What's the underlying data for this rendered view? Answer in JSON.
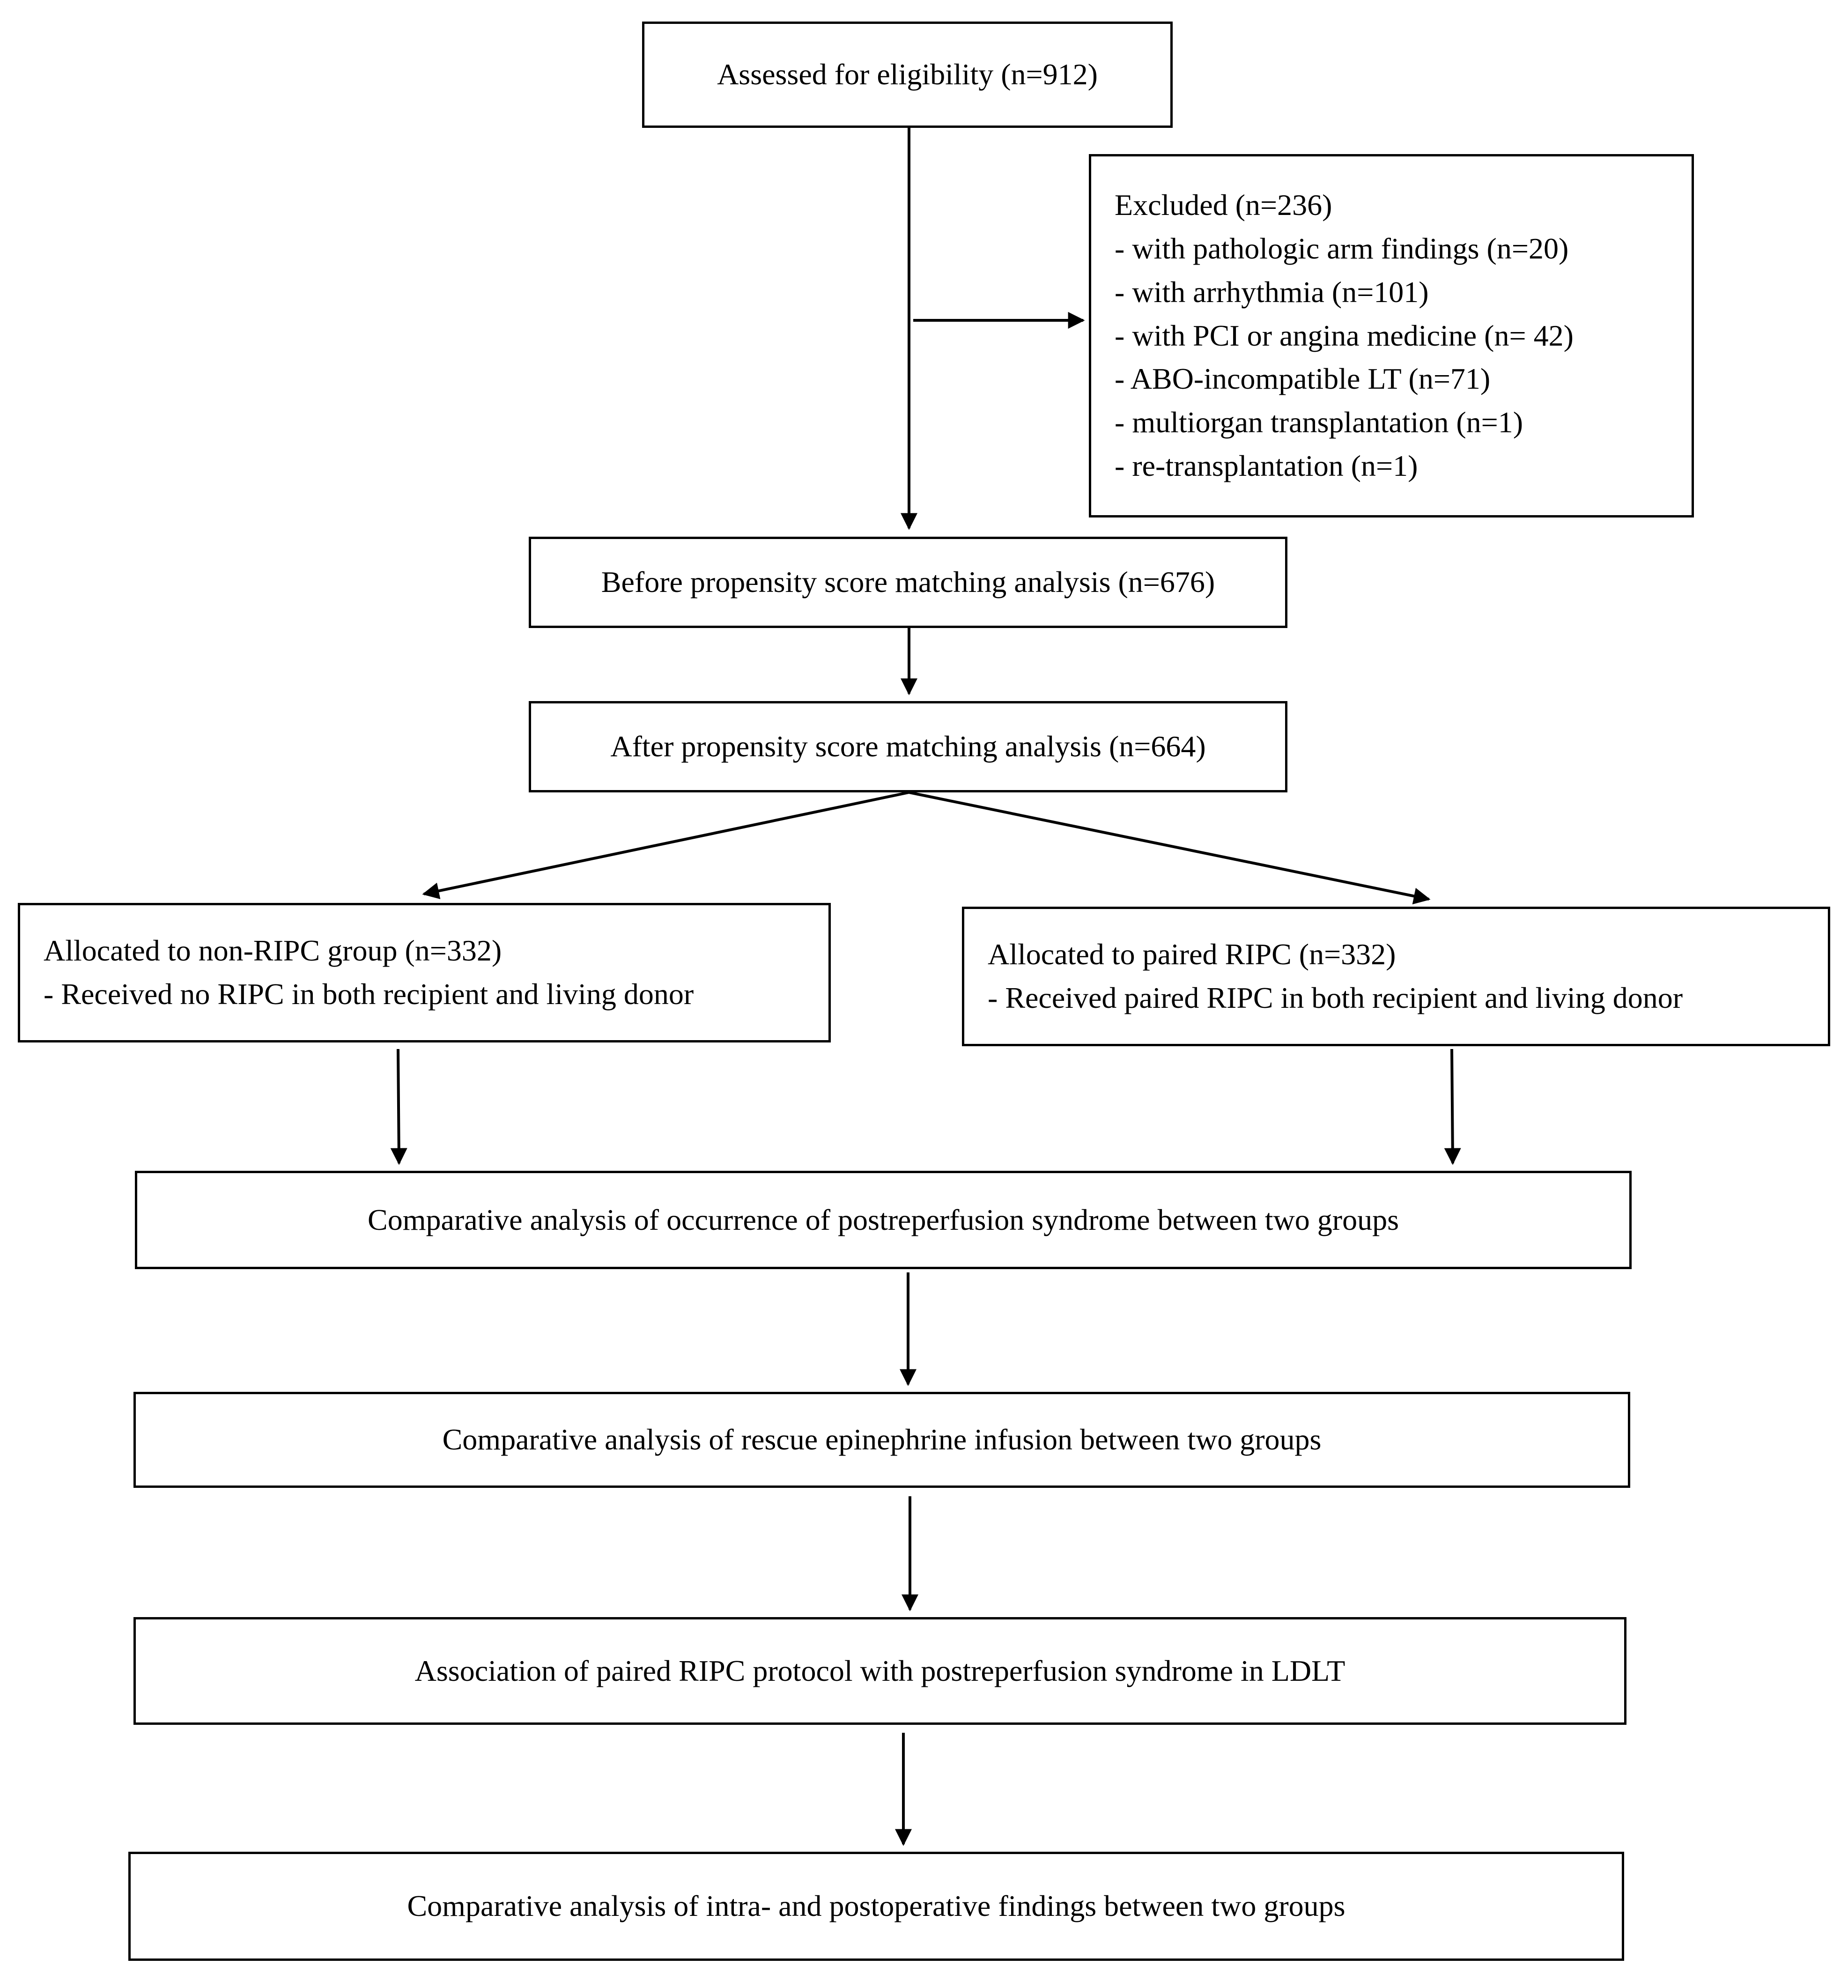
{
  "assessed": "Assessed for eligibility (n=912)",
  "excluded": {
    "heading": "Excluded (n=236)",
    "items": [
      "with pathologic arm findings (n=20)",
      "with arrhythmia (n=101)",
      "with PCI or angina medicine (n= 42)",
      "ABO-incompatible LT (n=71)",
      "multiorgan transplantation (n=1)",
      "re-transplantation (n=1)"
    ]
  },
  "before_psm": "Before propensity score matching analysis (n=676)",
  "after_psm": "After propensity score matching analysis (n=664)",
  "groups": {
    "non_ripc": {
      "title": "Allocated to non-RIPC group (n=332)",
      "detail": "Received  no RIPC in both recipient and living donor"
    },
    "paired_ripc": {
      "title": "Allocated to paired RIPC (n=332)",
      "detail": "Received paired RIPC in both recipient and living donor"
    }
  },
  "analyses": [
    "Comparative analysis of occurrence of postreperfusion syndrome between two groups",
    "Comparative analysis of rescue epinephrine infusion between two groups",
    "Association of paired RIPC protocol with postreperfusion syndrome in LDLT",
    "Comparative analysis of intra- and postoperative findings between two groups"
  ]
}
